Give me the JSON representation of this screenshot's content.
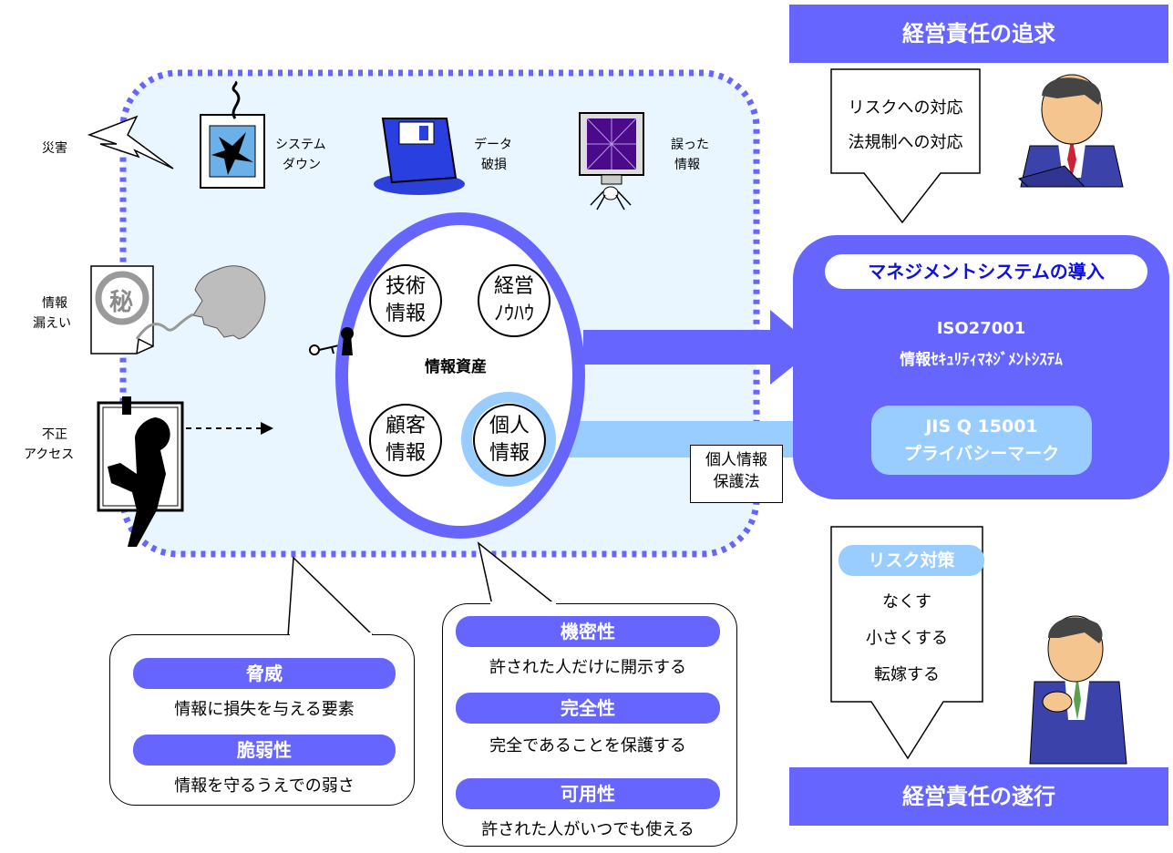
{
  "threats_left": {
    "disaster": "災害",
    "leak_1": "情報",
    "leak_2": "漏えい",
    "access_1": "不正",
    "access_2": "アクセス",
    "secret_mark": "秘"
  },
  "incidents": {
    "system_down_1": "システム",
    "system_down_2": "ダウン",
    "data_damage_1": "データ",
    "data_damage_2": "破損",
    "wrong_info_1": "誤った",
    "wrong_info_2": "情報"
  },
  "assets": {
    "title": "情報資産",
    "tech_1": "技術",
    "tech_2": "情報",
    "mgmt_1": "経営",
    "mgmt_2": "ﾉｳﾊｳ",
    "customer_1": "顧客",
    "customer_2": "情報",
    "personal_1": "個人",
    "personal_2": "情報"
  },
  "law_note": {
    "line1": "個人情報",
    "line2": "保護法"
  },
  "threat_callout": {
    "h1": "脅威",
    "d1": "情報に損失を与える要素",
    "h2": "脆弱性",
    "d2": "情報を守るうえでの弱さ"
  },
  "property_callout": {
    "h1": "機密性",
    "d1": "許された人だけに開示する",
    "h2": "完全性",
    "d2": "完全であることを保護する",
    "h3": "可用性",
    "d3": "許された人がいつでも使える"
  },
  "right": {
    "top_header": "経営責任の追求",
    "risk_1": "リスクへの対応",
    "risk_2": "法規制への対応",
    "intro_pill": "マネジメントシステムの導入",
    "iso_1": "ISO27001",
    "iso_2": "情報ｾｷｭﾘﾃｨﾏﾈｼﾞﾒﾝﾄｼｽﾃﾑ",
    "jis_1": "JIS Q 15001",
    "jis_2": "プライバシーマーク",
    "measures_pill": "リスク対策",
    "m1": "なくす",
    "m2": "小さくする",
    "m3": "転嫁する",
    "bottom_header": "経営責任の遂行"
  },
  "colors": {
    "accent": "#6666ff",
    "light_blue": "#99ccff",
    "pale_bg": "#eaf6ff"
  }
}
